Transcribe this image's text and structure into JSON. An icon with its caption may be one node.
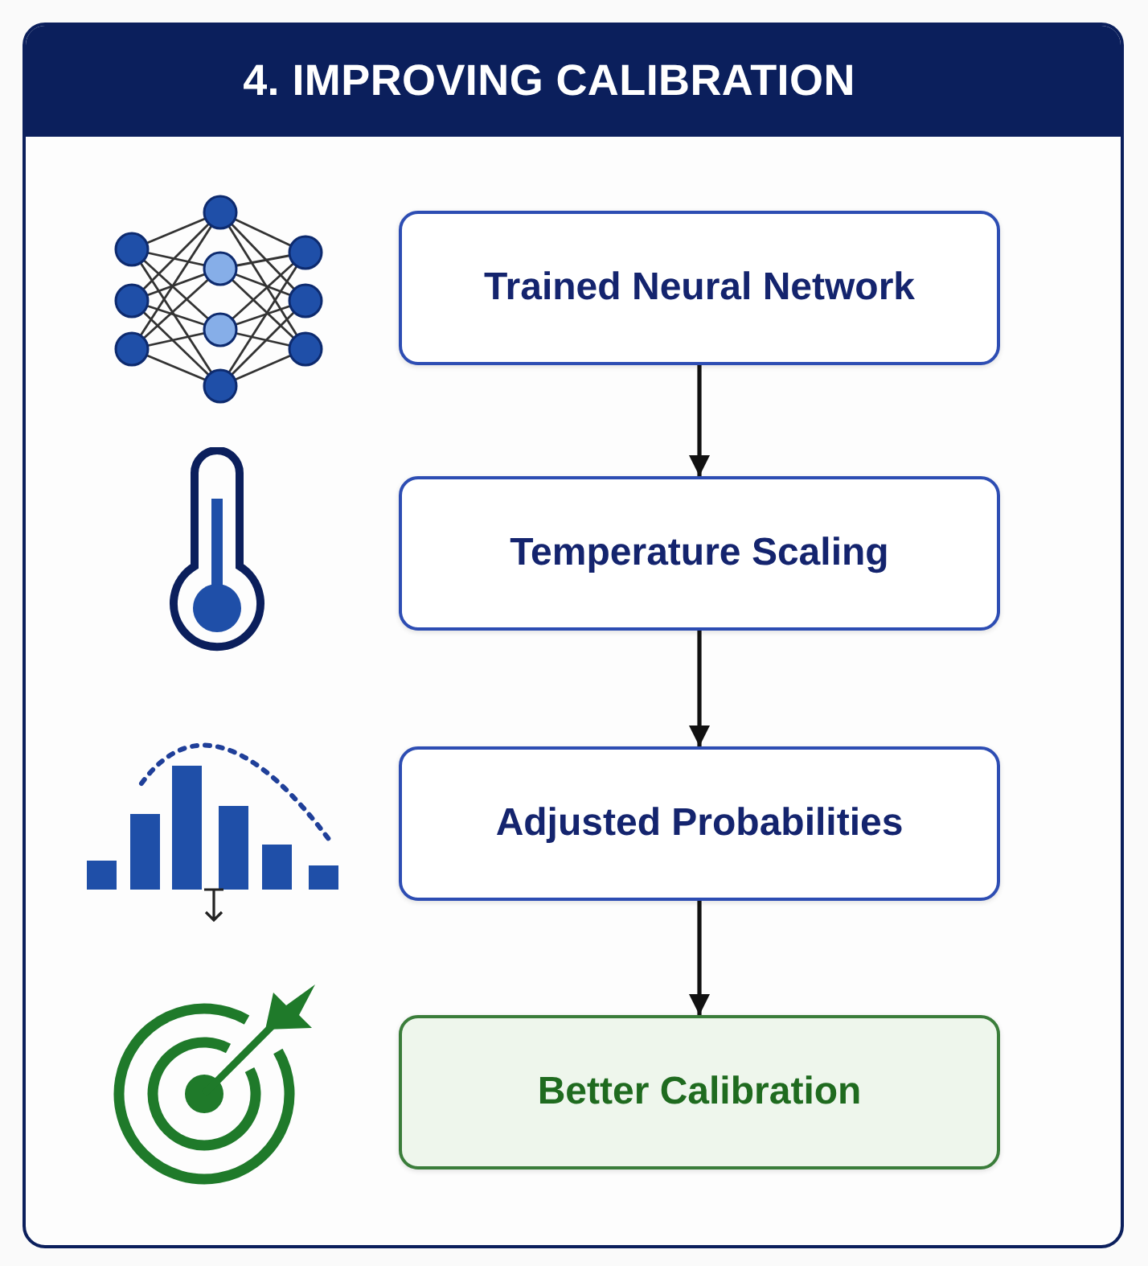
{
  "diagram": {
    "title": "4. IMPROVING CALIBRATION",
    "nodes": [
      {
        "text": [
          "Trained Neural Network"
        ]
      },
      {
        "text": [
          "Temperature Scaling"
        ]
      },
      {
        "text": [
          "Adjusted Probabilities"
        ]
      },
      {
        "text": [
          "Better Calibration"
        ]
      }
    ],
    "edges": [
      {
        "from": 0,
        "to": 1,
        "arrow": "to"
      },
      {
        "from": 1,
        "to": 2,
        "arrow": "to"
      },
      {
        "from": 2,
        "to": 3,
        "arrow": "to"
      }
    ]
  }
}
